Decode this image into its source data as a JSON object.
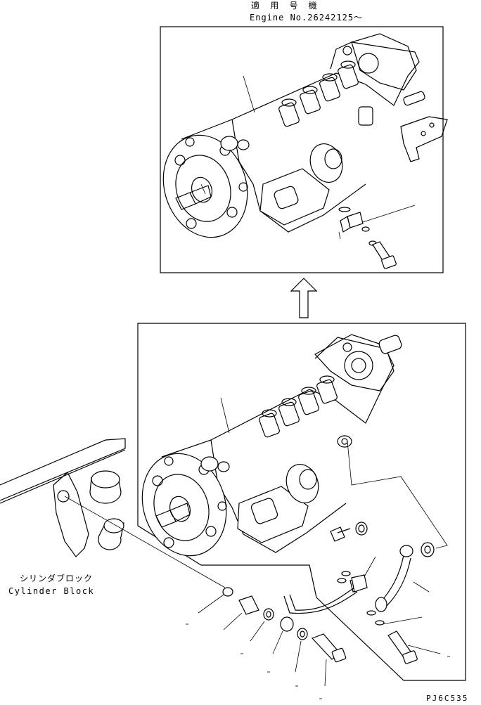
{
  "header": {
    "applicability_jp": "適 用 号 機",
    "engine_number": "Engine No.26242125～"
  },
  "labels": {
    "cylinder_block_jp": "シリンダブロック",
    "cylinder_block_en": "Cylinder Block"
  },
  "footer": {
    "figure_code": "PJ6C535"
  },
  "icons": [
    "up-arrow-icon"
  ]
}
